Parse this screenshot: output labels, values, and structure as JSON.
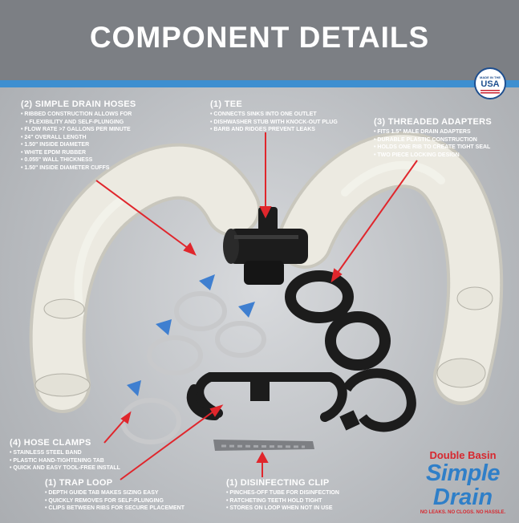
{
  "header": {
    "title": "COMPONENT DETAILS"
  },
  "badge": {
    "line1": "MADE IN THE",
    "line2": "USA"
  },
  "labels": {
    "hoses": {
      "title": "(2) SIMPLE DRAIN HOSES",
      "bullets": [
        "RIBBED CONSTRUCTION ALLOWS FOR",
        "FLEXIBILITY AND SELF-PLUNGING",
        "FLOW RATE >7 GALLONS PER MINUTE",
        "24\" OVERALL LENGTH",
        "1.50\" INSIDE DIAMETER",
        "WHITE EPDM RUBBER",
        "0.055\" WALL THICKNESS",
        "1.50\" INSIDE DIAMETER CUFFS"
      ]
    },
    "tee": {
      "title": "(1) TEE",
      "bullets": [
        "CONNECTS SINKS INTO ONE OUTLET",
        "DISHWASHER STUB WITH KNOCK-OUT PLUG",
        "BARB AND RIDGES PREVENT LEAKS"
      ]
    },
    "adapters": {
      "title": "(3) THREADED ADAPTERS",
      "bullets": [
        "FITS 1.5\" MALE DRAIN ADAPTERS",
        "DURABLE PLASTIC CONSTRUCTION",
        "HOLDS ONE RIB TO CREATE TIGHT SEAL",
        "TWO PIECE LOCKING DESIGN"
      ]
    },
    "clamps": {
      "title": "(4) HOSE CLAMPS",
      "bullets": [
        "STAINLESS STEEL BAND",
        "PLASTIC HAND-TIGHTENING TAB",
        "QUICK AND EASY TOOL-FREE INSTALL"
      ]
    },
    "trap": {
      "title": "(1) TRAP LOOP",
      "bullets": [
        "DEPTH GUIDE TAB MAKES SIZING EASY",
        "QUICKLY REMOVES FOR SELF-PLUNGING",
        "CLIPS BETWEEN RIBS FOR SECURE PLACEMENT"
      ]
    },
    "clip": {
      "title": "(1) DISINFECTING CLIP",
      "bullets": [
        "PINCHES-OFF TUBE FOR DISINFECTION",
        "RATCHETING TEETH HOLD TIGHT",
        "STORES ON LOOP WHEN NOT IN USE"
      ]
    }
  },
  "logo": {
    "line1": "Double Basin",
    "line2": "Simple",
    "line3": "Drain",
    "tagline": "NO LEAKS. NO CLOGS. NO HASSLE."
  },
  "colors": {
    "header_bg": "#7c7f84",
    "stripe": "#3e8fd0",
    "arrow": "#e0262c",
    "hose": "#eceae1",
    "plastic": "#1c1c1c",
    "clamp_tab": "#3f7fd0"
  }
}
